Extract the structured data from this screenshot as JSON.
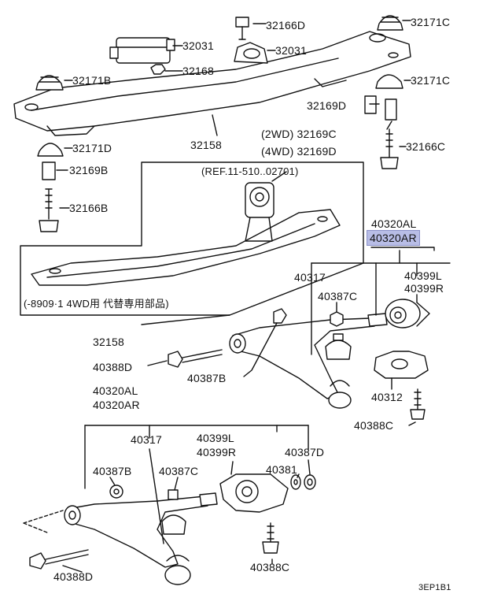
{
  "labels": {
    "p32166D": "32166D",
    "p32171C_top": "32171C",
    "p32031_a": "32031",
    "p32031_b": "32031",
    "p32168": "32168",
    "p32171B": "32171B",
    "p32171C_mid": "32171C",
    "p32169D": "32169D",
    "p32169C_2wd": "(2WD) 32169C",
    "p32169D_4wd": "(4WD) 32169D",
    "p32158_top": "32158",
    "p32171D": "32171D",
    "p32166C": "32166C",
    "p32169B": "32169B",
    "ref_note": "(REF.11-510..02701)",
    "p32166B": "32166B",
    "p40320AL_r": "40320AL",
    "p40320AR_r": "40320AR",
    "p40317_r": "40317",
    "p40399L_r": "40399L",
    "p40399R_r": "40399R",
    "p40387C_r": "40387C",
    "inset_note": "(-8909·1  4WD用  代替専用部品)",
    "p32158_bottom": "32158",
    "p40388D_mid": "40388D",
    "p40387B_mid": "40387B",
    "p40312": "40312",
    "p40388C_r": "40388C",
    "p40320AL_l": "40320AL",
    "p40320AR_l": "40320AR",
    "p40317_l": "40317",
    "p40399L_l": "40399L",
    "p40399R_l": "40399R",
    "p40387D": "40387D",
    "p40381": "40381",
    "p40387B_l": "40387B",
    "p40387C_l": "40387C",
    "p40388D_bottom": "40388D",
    "p40388C_bottom": "40388C",
    "diagram_code": "3EP1B1"
  }
}
